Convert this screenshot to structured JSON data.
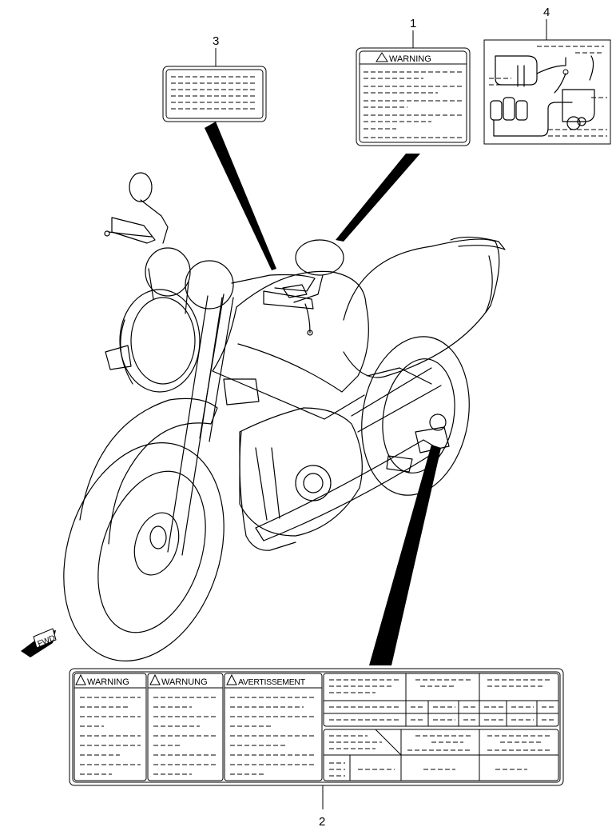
{
  "callouts": {
    "c1": "1",
    "c2": "2",
    "c3": "3",
    "c4": "4"
  },
  "labels": {
    "warning_en": "WARNING",
    "warning_de": "WARNUNG",
    "warning_fr": "AVERTISSEMENT",
    "fwd": "FWD"
  },
  "icons": [
    "warning-triangle-icon",
    "fwd-arrow-icon"
  ]
}
